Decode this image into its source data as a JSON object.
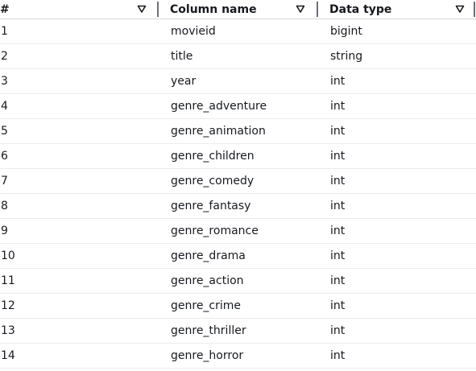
{
  "table": {
    "columns": [
      {
        "label": "#",
        "sort_icon": "caret-down-icon"
      },
      {
        "label": "Column name",
        "sort_icon": "caret-down-icon"
      },
      {
        "label": "Data type",
        "sort_icon": "caret-down-icon"
      }
    ],
    "rows": [
      {
        "num": "1",
        "name": "movieid",
        "type": "bigint"
      },
      {
        "num": "2",
        "name": "title",
        "type": "string"
      },
      {
        "num": "3",
        "name": "year",
        "type": "int"
      },
      {
        "num": "4",
        "name": "genre_adventure",
        "type": "int"
      },
      {
        "num": "5",
        "name": "genre_animation",
        "type": "int"
      },
      {
        "num": "6",
        "name": "genre_children",
        "type": "int"
      },
      {
        "num": "7",
        "name": "genre_comedy",
        "type": "int"
      },
      {
        "num": "8",
        "name": "genre_fantasy",
        "type": "int"
      },
      {
        "num": "9",
        "name": "genre_romance",
        "type": "int"
      },
      {
        "num": "10",
        "name": "genre_drama",
        "type": "int"
      },
      {
        "num": "11",
        "name": "genre_action",
        "type": "int"
      },
      {
        "num": "12",
        "name": "genre_crime",
        "type": "int"
      },
      {
        "num": "13",
        "name": "genre_thriller",
        "type": "int"
      },
      {
        "num": "14",
        "name": "genre_horror",
        "type": "int"
      }
    ]
  }
}
